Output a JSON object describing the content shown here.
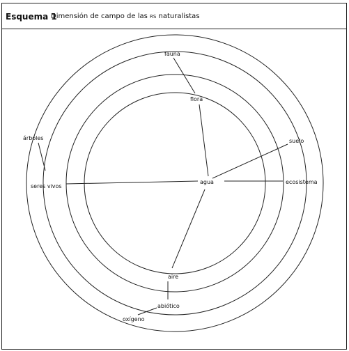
{
  "header": {
    "title_bold": "Esquema 1",
    "title_prefix": "Dimensión de campo de las",
    "title_rs": "RS",
    "title_suffix": "naturalistas"
  },
  "labels": {
    "fauna": "fauna",
    "flora": "flora",
    "suelo": "suelo",
    "arboles": "árboles",
    "seres_vivos": "seres vivos",
    "agua": "agua",
    "ecosistema": "ecosistema",
    "aire": "aire",
    "abiotico": "abiótico",
    "oxigeno": "oxígeno"
  },
  "colors": {
    "line": "#222222",
    "text": "#111111",
    "background": "#ffffff"
  }
}
